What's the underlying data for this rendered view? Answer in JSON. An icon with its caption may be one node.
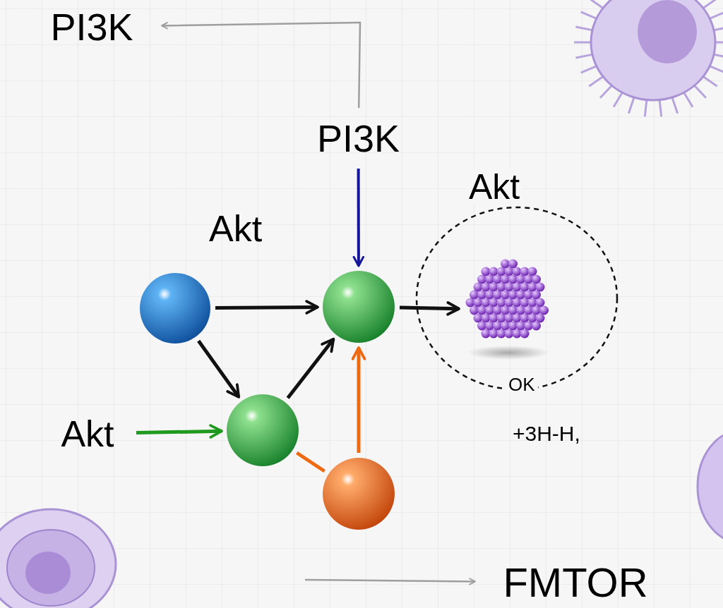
{
  "diagram": {
    "nodes": [
      {
        "text": [
          "PI3K"
        ]
      },
      {
        "text": [
          "PI3K"
        ]
      },
      {
        "text": [],
        "shape": "circle"
      },
      {
        "text": [],
        "shape": "circle"
      },
      {
        "text": [],
        "shape": "circle"
      },
      {
        "text": [],
        "shape": "circle"
      },
      {
        "text": [
          "Akt"
        ]
      },
      {
        "text": [
          "Akt",
          "OK"
        ]
      },
      {
        "text": [],
        "shape": "picture",
        "in": 7
      },
      {
        "text": [
          "FMTOR"
        ]
      }
    ],
    "edges": [
      {
        "from": 1,
        "to": 0,
        "arrow": "to",
        "color": "#9e9e9e"
      },
      {
        "from": 1,
        "to": 3,
        "arrow": "to",
        "color": "#16169a"
      },
      {
        "from": 2,
        "to": 3,
        "arrow": "to"
      },
      {
        "from": 2,
        "to": 4,
        "arrow": "to"
      },
      {
        "from": 4,
        "to": 3,
        "arrow": "to"
      },
      {
        "from": 6,
        "to": 4,
        "arrow": "to",
        "color": "#1f9a1f"
      },
      {
        "from": 5,
        "to": 3,
        "arrow": "to",
        "color": "#ee6a12"
      },
      {
        "from": 4,
        "to": 5,
        "arrow": "none",
        "color": "#ee6a12"
      },
      {
        "from": 3,
        "to": 8,
        "arrow": "to"
      },
      {
        "from": null,
        "to": 9,
        "arrow": "to",
        "color": "#9e9e9e"
      }
    ],
    "labels": [
      "Akt",
      "+3H-H,"
    ]
  }
}
